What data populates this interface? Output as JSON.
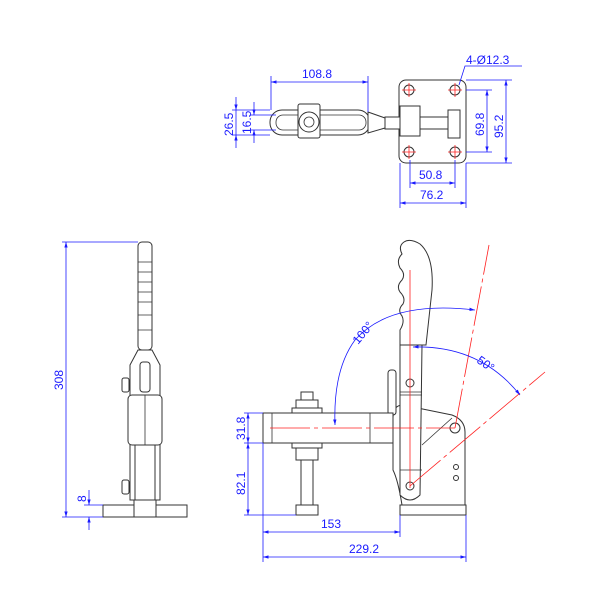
{
  "drawing": {
    "top_view": {
      "handle_length": "108.8",
      "width_outer": "26.5",
      "width_inner": "16.5",
      "hole_spacing_vertical": "69.8",
      "plate_height": "95.2",
      "hole_spacing_horizontal": "50.8",
      "plate_width": "76.2",
      "hole_callout": "4-Ø12.3"
    },
    "side_view": {
      "total_height": "308",
      "base_thickness": "8"
    },
    "front_view": {
      "bar_height": "31.8",
      "bar_to_base": "82.1",
      "bar_reach": "153",
      "overall_length": "229.2",
      "handle_angle": "100°",
      "bar_angle": "50°"
    },
    "colors": {
      "dimension": "#1a1aff",
      "centerline": "#ff2020",
      "outline": "#333333"
    }
  }
}
